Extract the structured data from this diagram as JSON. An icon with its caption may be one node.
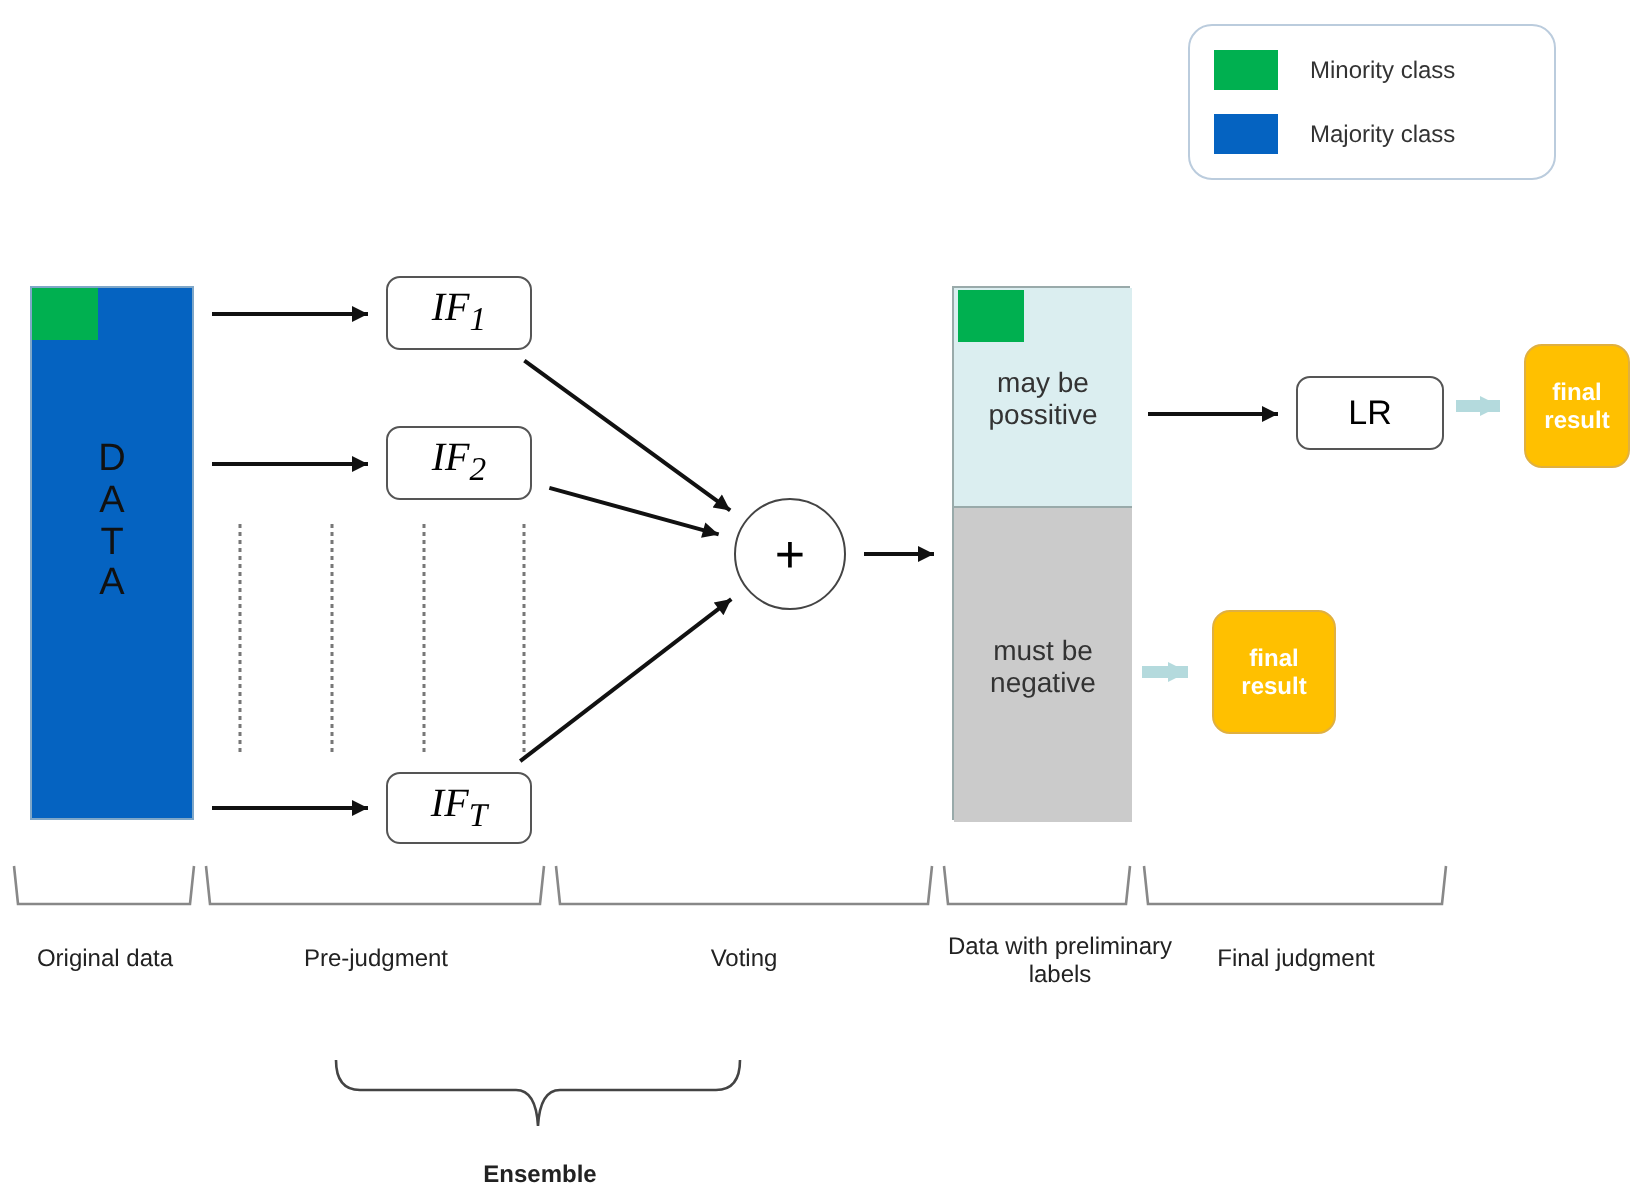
{
  "diagram": {
    "nodes": [
      {
        "text": [
          "DATA"
        ]
      },
      {
        "text": [
          "IF$_{1}$"
        ]
      },
      {
        "text": [
          "IF$_{2}$"
        ]
      },
      {
        "text": [
          "IF$_{T}$"
        ]
      },
      {
        "text": [
          "+"
        ]
      },
      {
        "text": [],
        "shape": "box"
      },
      {
        "text": [
          "may be possitive"
        ],
        "in": 5
      },
      {
        "text": [
          "must be negative"
        ],
        "in": 5
      },
      {
        "text": [
          "LR"
        ]
      },
      {
        "text": [
          "final result"
        ]
      },
      {
        "text": [
          "final result"
        ]
      }
    ],
    "edges": [
      {
        "from": 0,
        "to": 1,
        "arrow": "to"
      },
      {
        "from": 0,
        "to": 2,
        "arrow": "to"
      },
      {
        "from": 0,
        "to": 3,
        "arrow": "to"
      },
      {
        "from": 1,
        "to": 4,
        "arrow": "to"
      },
      {
        "from": 2,
        "to": 4,
        "arrow": "to"
      },
      {
        "from": 3,
        "to": 4,
        "arrow": "to"
      },
      {
        "from": 4,
        "to": 5,
        "arrow": "to"
      },
      {
        "from": 6,
        "to": 8,
        "arrow": "to"
      },
      {
        "from": 8,
        "to": 9,
        "arrow": "to",
        "style": "thick",
        "color": "#b4dadd"
      },
      {
        "from": 7,
        "to": 10,
        "arrow": "to",
        "style": "thick",
        "color": "#b4dadd"
      }
    ],
    "labels": [
      "Original data",
      "Pre-judgment",
      "Voting",
      "Data with preliminary labels",
      "Final judgment",
      "Ensemble"
    ],
    "legend": [
      {
        "text": "Minority class",
        "color": "#00b050"
      },
      {
        "text": "Majority class",
        "color": "#0563c1"
      }
    ]
  }
}
